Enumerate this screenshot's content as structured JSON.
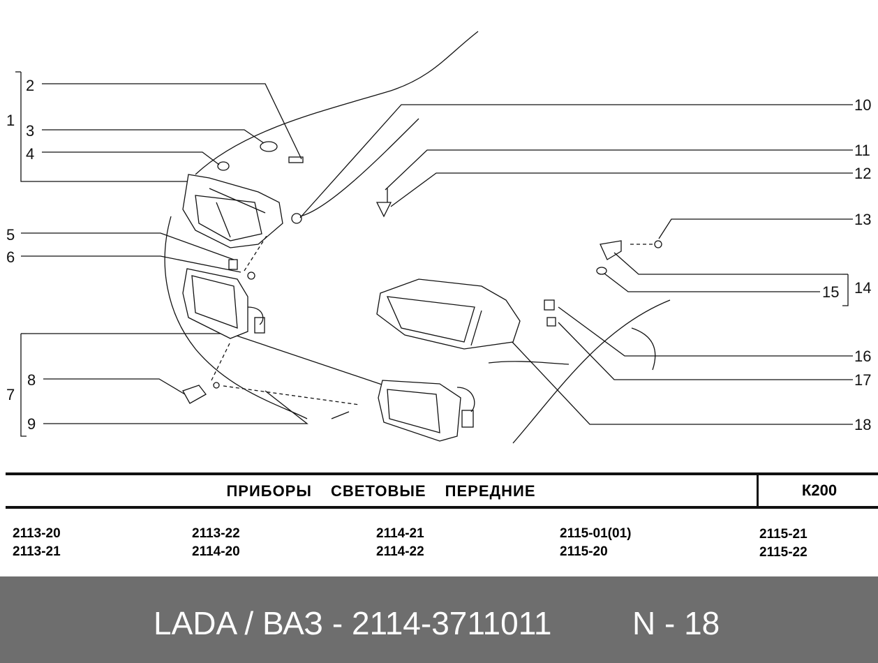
{
  "callouts": [
    "1",
    "2",
    "3",
    "4",
    "5",
    "6",
    "7",
    "8",
    "9",
    "10",
    "11",
    "12",
    "13",
    "14",
    "15",
    "16",
    "17",
    "18"
  ],
  "title": "ПРИБОРЫ СВЕТОВЫЕ ПЕРЕДНИЕ",
  "section_code": "К200",
  "models": [
    [
      "2113-20",
      "2113-21"
    ],
    [
      "2113-22",
      "2114-20"
    ],
    [
      "2114-21",
      "2114-22"
    ],
    [
      "2115-01(01)",
      "2115-20"
    ],
    [
      "2115-21",
      "2115-22"
    ]
  ],
  "footer": {
    "part": "LADA / ВАЗ - 2114-3711011",
    "number": "N - 18"
  }
}
